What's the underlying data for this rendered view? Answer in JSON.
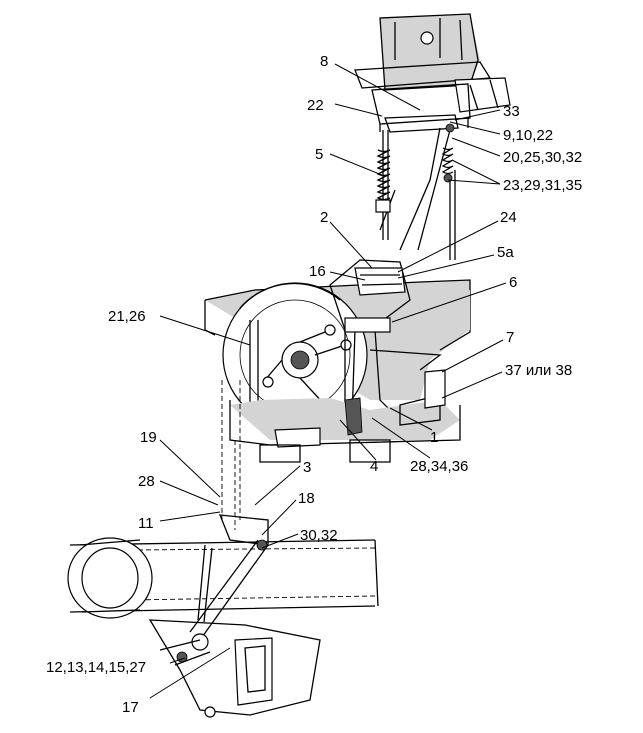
{
  "callouts": [
    {
      "id": "c8",
      "text": "8"
    },
    {
      "id": "c22a",
      "text": "22"
    },
    {
      "id": "c33",
      "text": "33"
    },
    {
      "id": "c9",
      "text": "9,10,22"
    },
    {
      "id": "c20",
      "text": "20,25,30,32"
    },
    {
      "id": "c5",
      "text": "5"
    },
    {
      "id": "c23",
      "text": "23,29,31,35"
    },
    {
      "id": "c2",
      "text": "2"
    },
    {
      "id": "c24",
      "text": "24"
    },
    {
      "id": "c5a",
      "text": "5а"
    },
    {
      "id": "c16",
      "text": "16"
    },
    {
      "id": "c6",
      "text": "6"
    },
    {
      "id": "c21",
      "text": "21,26"
    },
    {
      "id": "c7",
      "text": "7"
    },
    {
      "id": "c37",
      "text": "37 или 38"
    },
    {
      "id": "c1",
      "text": "1"
    },
    {
      "id": "c19",
      "text": "19"
    },
    {
      "id": "c3",
      "text": "3"
    },
    {
      "id": "c4",
      "text": "4"
    },
    {
      "id": "c28b",
      "text": "28,34,36"
    },
    {
      "id": "c28",
      "text": "28"
    },
    {
      "id": "c18",
      "text": "18"
    },
    {
      "id": "c11",
      "text": "11"
    },
    {
      "id": "c30",
      "text": "30,32"
    },
    {
      "id": "c12",
      "text": "12,13,14,15,27"
    },
    {
      "id": "c17",
      "text": "17"
    }
  ]
}
